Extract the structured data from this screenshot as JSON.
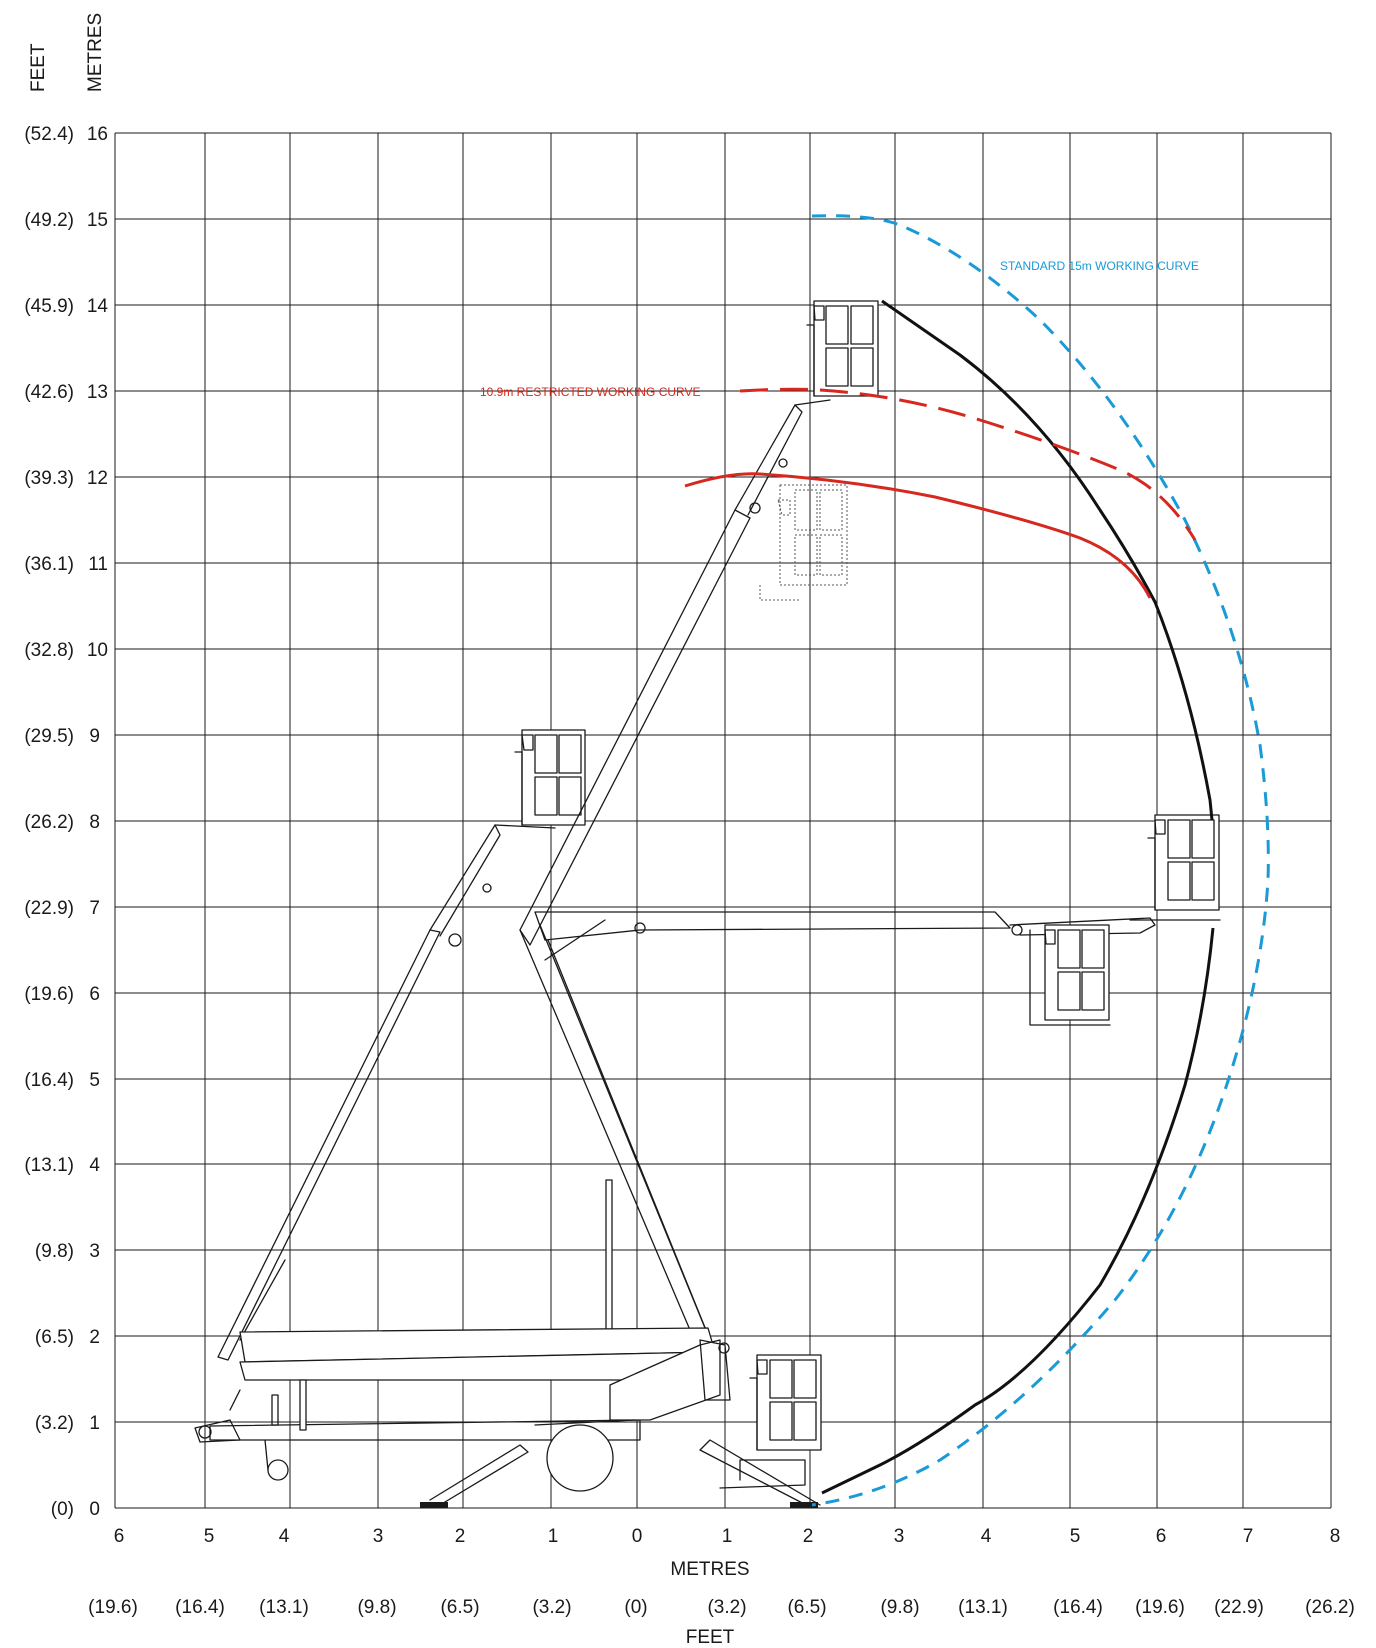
{
  "axes": {
    "y_unit_primary": "METRES",
    "y_unit_secondary": "FEET",
    "x_unit_primary": "METRES",
    "x_unit_secondary": "FEET",
    "y_metres": [
      "0",
      "1",
      "2",
      "3",
      "4",
      "5",
      "6",
      "7",
      "8",
      "9",
      "10",
      "11",
      "12",
      "13",
      "14",
      "15",
      "16"
    ],
    "y_feet": [
      "(0)",
      "(3.2)",
      "(6.5)",
      "(9.8)",
      "(13.1)",
      "(16.4)",
      "(19.6)",
      "(22.9)",
      "(26.2)",
      "(29.5)",
      "(32.8)",
      "(36.1)",
      "(39.3)",
      "(42.6)",
      "(45.9)",
      "(49.2)",
      "(52.4)"
    ],
    "x_metres": [
      "6",
      "5",
      "4",
      "3",
      "2",
      "1",
      "0",
      "1",
      "2",
      "3",
      "4",
      "5",
      "6",
      "7",
      "8"
    ],
    "x_feet": [
      "(19.6)",
      "(16.4)",
      "(13.1)",
      "(9.8)",
      "(6.5)",
      "(3.2)",
      "(0)",
      "(3.2)",
      "(6.5)",
      "(9.8)",
      "(13.1)",
      "(16.4)",
      "(19.6)",
      "(22.9)",
      "(26.2)"
    ]
  },
  "curves": {
    "standard": {
      "label": "STANDARD 15m WORKING CURVE",
      "color": "#1a9ad6"
    },
    "restricted": {
      "label": "10.9m RESTRICTED WORKING CURVE",
      "color": "#d6281e"
    },
    "outreach": {
      "color": "#111111"
    }
  }
}
